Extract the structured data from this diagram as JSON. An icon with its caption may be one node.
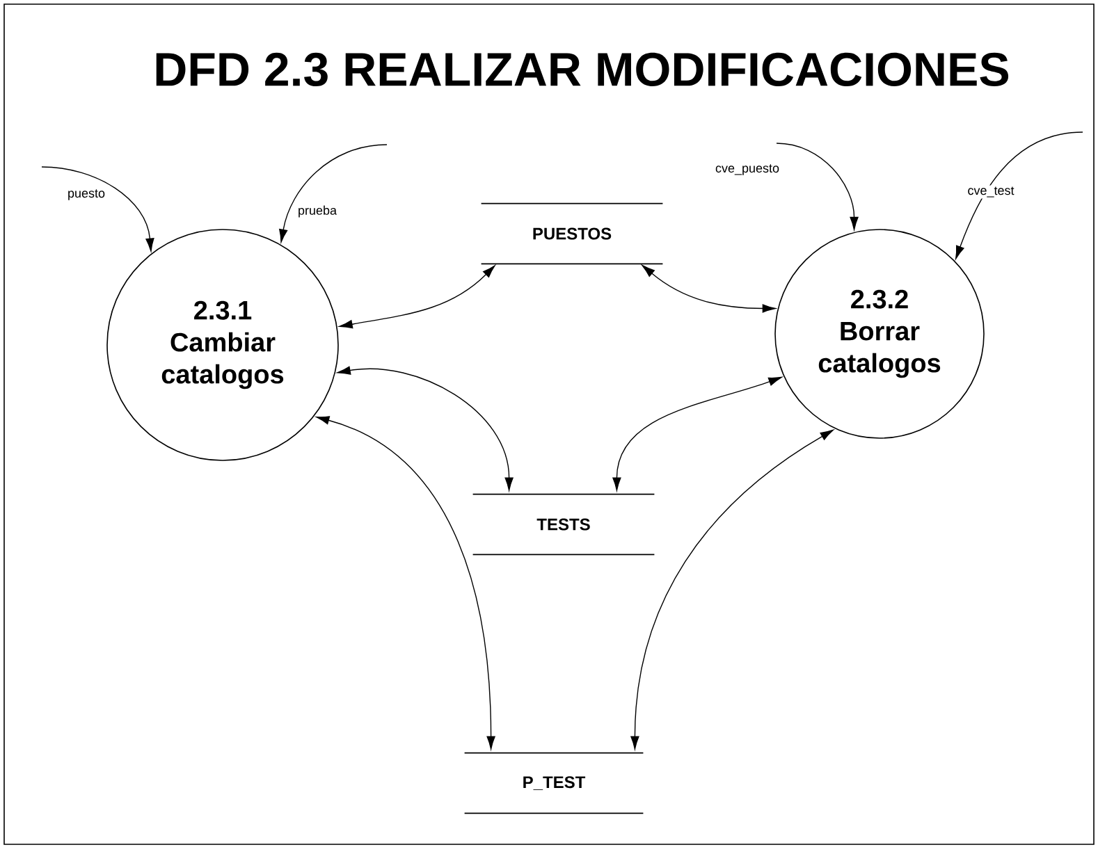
{
  "diagram": {
    "title": "DFD 2.3 REALIZAR MODIFICACIONES",
    "nodes": [
      {
        "text": [
          "2.3.1",
          "Cambiar catalogos"
        ]
      },
      {
        "text": [
          "PUESTOS"
        ]
      },
      {
        "text": [
          "2.3.2",
          "Borrar catalogos"
        ]
      },
      {
        "text": [
          "TESTS"
        ]
      },
      {
        "text": [
          "P_TEST"
        ]
      }
    ],
    "edges": [
      {
        "from": null,
        "to": 0,
        "arrow": "to",
        "label": "puesto"
      },
      {
        "from": null,
        "to": 0,
        "arrow": "to",
        "label": "prueba"
      },
      {
        "from": null,
        "to": 2,
        "arrow": "to",
        "label": "cve_puesto"
      },
      {
        "from": null,
        "to": 2,
        "arrow": "to",
        "label": "cve_test"
      },
      {
        "from": 0,
        "to": 1,
        "arrow": "both"
      },
      {
        "from": 1,
        "to": 2,
        "arrow": "both"
      },
      {
        "from": 0,
        "to": 3,
        "arrow": "both"
      },
      {
        "from": 3,
        "to": 2,
        "arrow": "both"
      },
      {
        "from": 0,
        "to": 4,
        "arrow": "both"
      },
      {
        "from": 4,
        "to": 2,
        "arrow": "both"
      }
    ]
  }
}
